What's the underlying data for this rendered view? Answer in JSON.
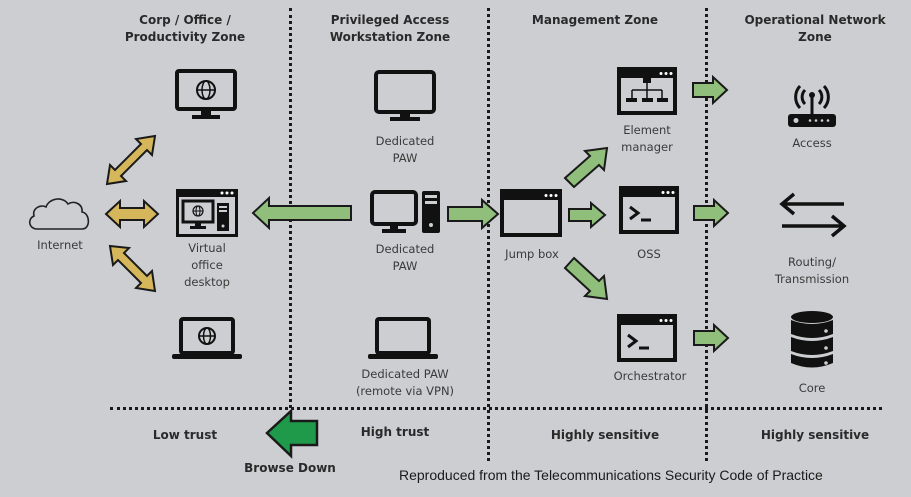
{
  "zones": [
    {
      "title_line1": "Corp / Office /",
      "title_line2": "Productivity Zone",
      "trust": "Low trust"
    },
    {
      "title_line1": "Privileged Access",
      "title_line2": "Workstation Zone",
      "trust": "High trust"
    },
    {
      "title_line1": "Management Zone",
      "title_line2": "",
      "trust": "Highly sensitive"
    },
    {
      "title_line1": "Operational Network",
      "title_line2": "Zone",
      "trust": "Highly sensitive"
    }
  ],
  "nodes": {
    "internet": "Internet",
    "virtual_desktop": [
      "Virtual",
      "office",
      "desktop"
    ],
    "paw_top": [
      "Dedicated",
      "PAW"
    ],
    "paw_mid": [
      "Dedicated",
      "PAW"
    ],
    "paw_remote": [
      "Dedicated PAW",
      "(remote via VPN)"
    ],
    "jump_box": "Jump box",
    "element_manager": [
      "Element",
      "manager"
    ],
    "oss": "OSS",
    "orchestrator": "Orchestrator",
    "access": "Access",
    "routing": [
      "Routing/",
      "Transmission"
    ],
    "core": "Core"
  },
  "browse_down": "Browse Down",
  "credit": "Reproduced from the Telecommunications Security Code of Practice",
  "colors": {
    "background": "#cdced2",
    "green_arrow": "#8fbf7a",
    "yellow_arrow": "#d6b65a",
    "browse_down_arrow": "#1f9a4a",
    "icon": "#111111"
  }
}
